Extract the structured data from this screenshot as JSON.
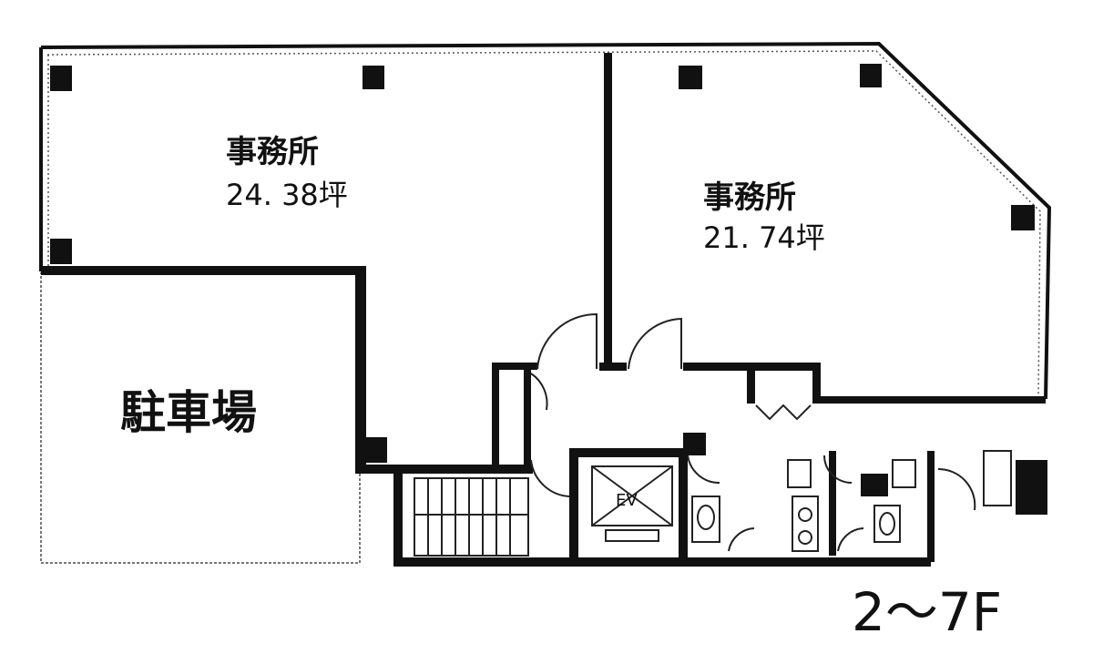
{
  "rooms": {
    "office_a": {
      "name": "事務所",
      "area": "24. 38坪"
    },
    "office_b": {
      "name": "事務所",
      "area": "21. 74坪"
    },
    "parking": {
      "name": "駐車場"
    },
    "elevator": {
      "label": "EV"
    }
  },
  "floor_label": "2～7F"
}
